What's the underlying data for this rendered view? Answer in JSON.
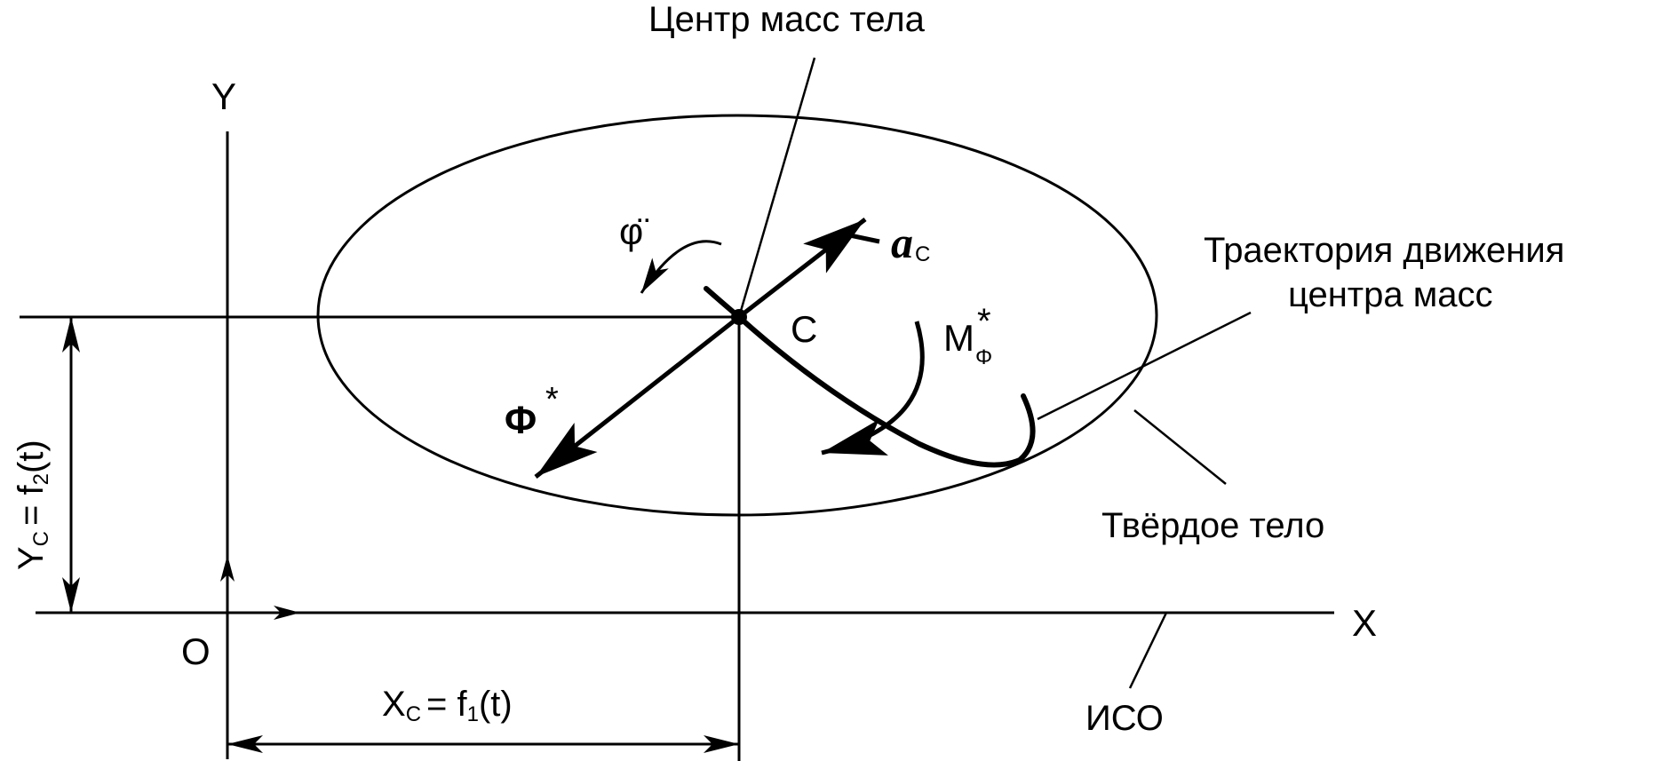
{
  "labels": {
    "center_of_mass": "Центр масс тела",
    "trajectory_line1": "Траектория движения",
    "trajectory_line2": "центра масс",
    "rigid_body": "Твёрдое тело",
    "iso": "ИСО",
    "axis_x": "X",
    "axis_y": "Y",
    "origin": "O",
    "point_c": "C",
    "accel_symbol": "a",
    "accel_sub": "C",
    "phi_ddot": "φ̈",
    "moment_symbol": "M",
    "moment_sub": "Φ",
    "star": "*",
    "inertia_force_symbol": "Φ",
    "xc_symbol": "X",
    "xc_sub": "C",
    "xc_formula": "= f",
    "xc_index": "1",
    "xc_arg": "(t)",
    "yc_symbol": "Y",
    "yc_sub": "C",
    "yc_formula": "= f",
    "yc_index": "2",
    "yc_arg": "(t)"
  },
  "colors": {
    "ink": "#000000",
    "background": "#ffffff"
  }
}
